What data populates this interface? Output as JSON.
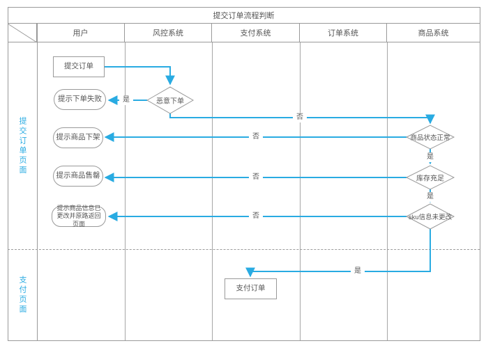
{
  "title": "提交订单流程判断",
  "lanes": [
    "用户",
    "风控系统",
    "支付系统",
    "订单系统",
    "商品系统"
  ],
  "rows": [
    "提交订单页面",
    "支付页面"
  ],
  "nodes": {
    "submit_order": "提交订单",
    "order_fail": "提示下单失败",
    "malicious_order": "恶意下单",
    "product_off_shelf": "提示商品下架",
    "product_sold_out": "提示商品售罄",
    "product_info_changed": "提示商品信息已更改并原路返回页面",
    "product_status_ok": "商品状态正常",
    "stock_sufficient": "库存充足",
    "sku_unchanged": "sku信息未更改",
    "pay_order": "支付订单"
  },
  "edges": {
    "yes_label": "是",
    "no_label": "否"
  },
  "colors": {
    "arrow_blue": "#29abe2",
    "shape_border": "#999999",
    "lane_line": "#a6a6a6",
    "text": "#595959"
  }
}
